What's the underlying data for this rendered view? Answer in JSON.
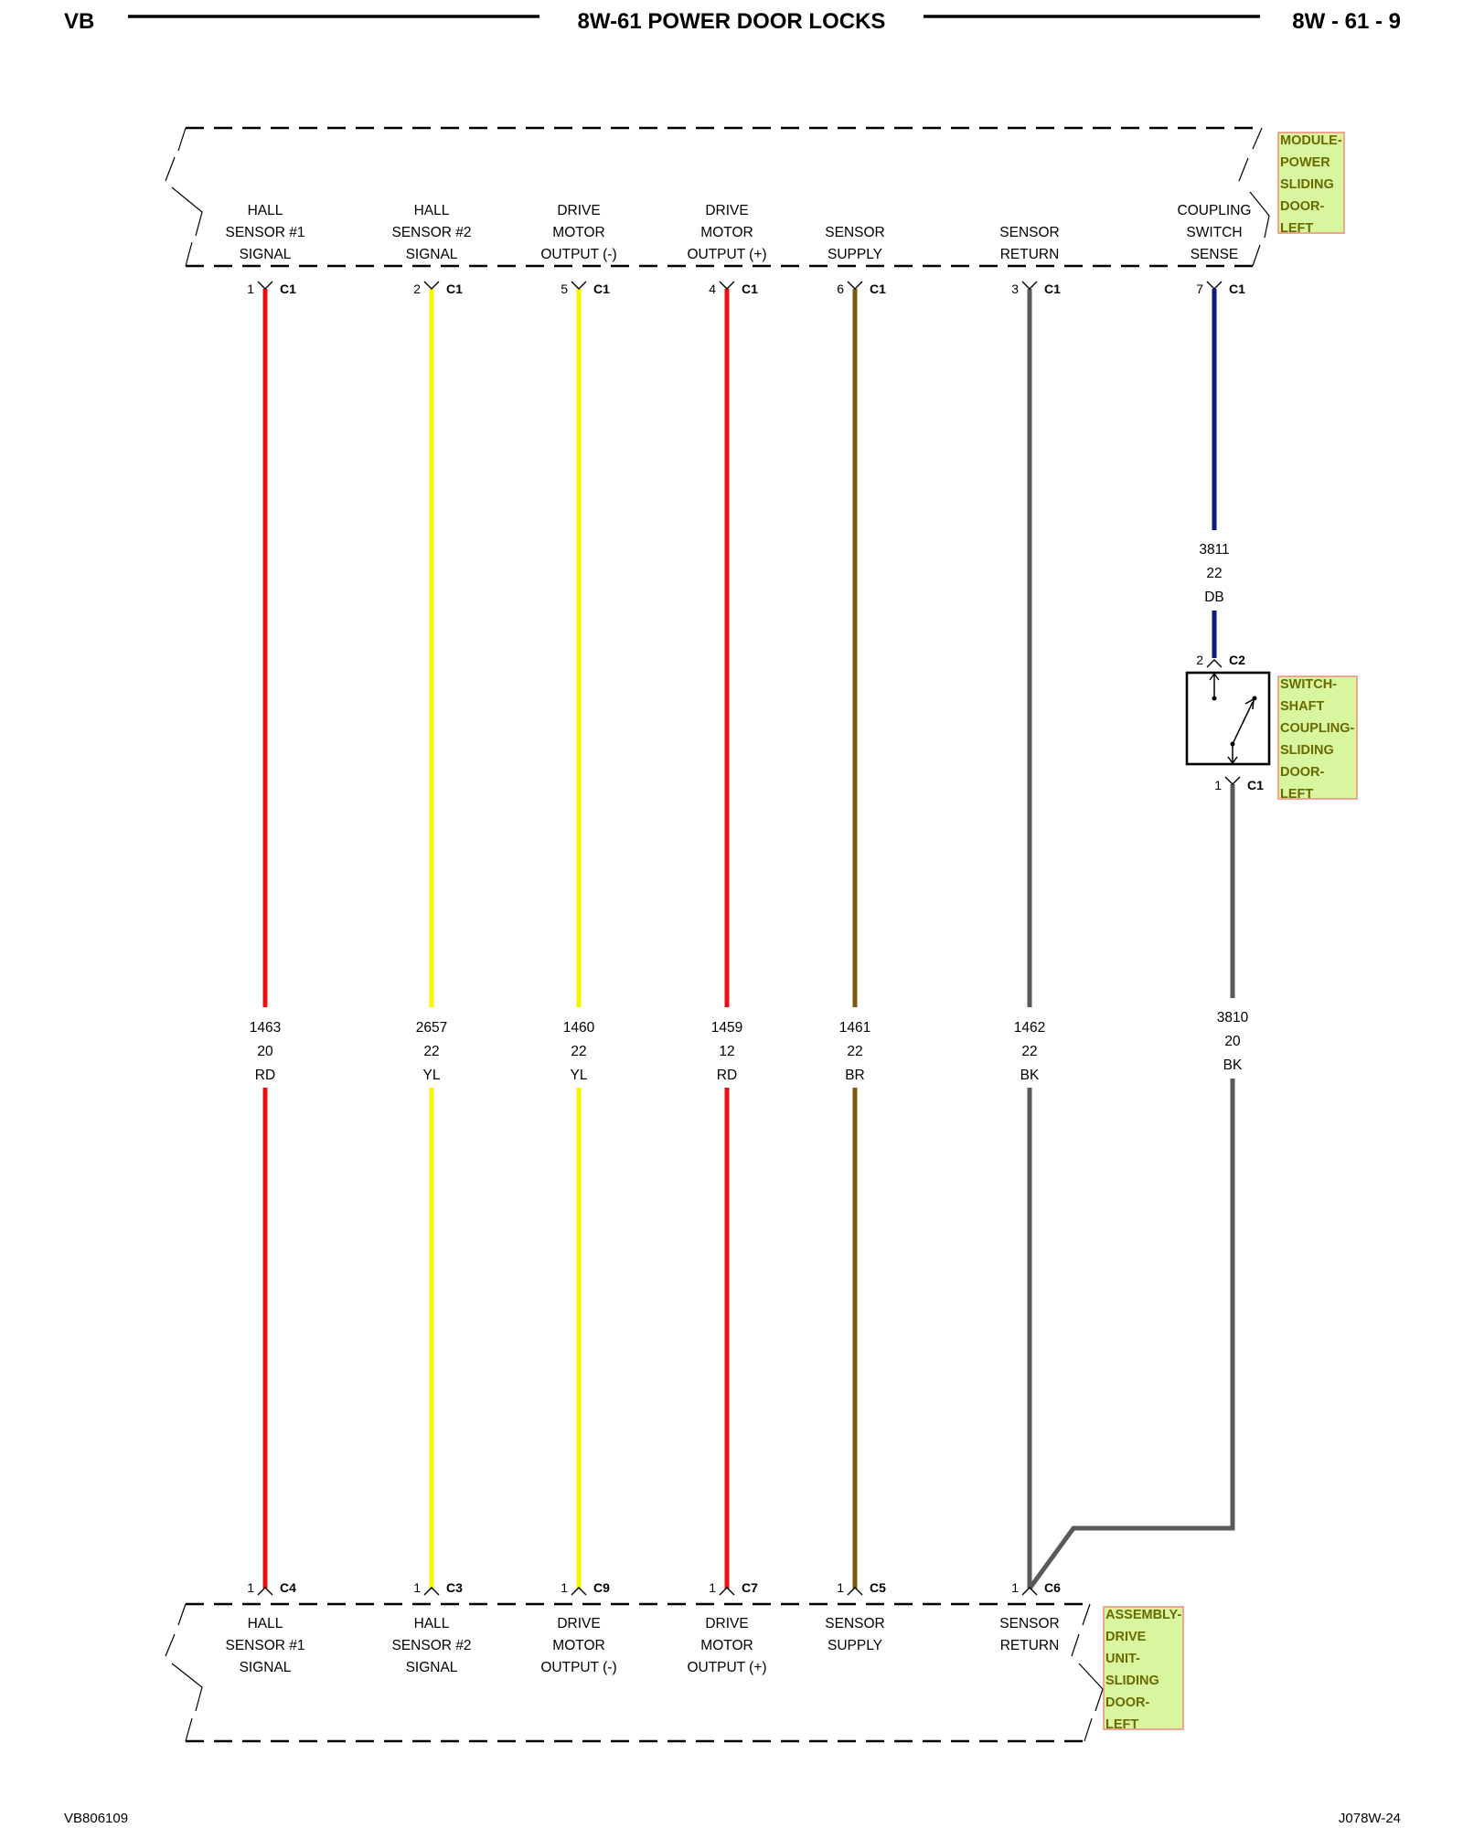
{
  "header": {
    "left": "VB",
    "title": "8W-61 POWER DOOR LOCKS",
    "right": "8W - 61 - 9"
  },
  "footer": {
    "left": "VB806109",
    "right": "J078W-24"
  },
  "components": {
    "module": [
      "MODULE-",
      "POWER",
      "SLIDING",
      "DOOR-",
      "LEFT"
    ],
    "switch": [
      "SWITCH-",
      "SHAFT",
      "COUPLING-",
      "SLIDING",
      "DOOR-",
      "LEFT"
    ],
    "assembly": [
      "ASSEMBLY-",
      "DRIVE",
      "UNIT-",
      "SLIDING",
      "DOOR-",
      "LEFT"
    ]
  },
  "colors": {
    "RD": "#e81010",
    "YL": "#f5f500",
    "BR": "#7a5a0a",
    "BK": "#5a5a5a",
    "DB": "#0a1a80",
    "component_fill": "#d8f5a0",
    "component_border": "#f08a7a"
  },
  "top_pins": [
    {
      "label": [
        "HALL",
        "SENSOR #1",
        "SIGNAL"
      ],
      "pin": "1",
      "conn": "C1"
    },
    {
      "label": [
        "HALL",
        "SENSOR #2",
        "SIGNAL"
      ],
      "pin": "2",
      "conn": "C1"
    },
    {
      "label": [
        "DRIVE",
        "MOTOR",
        "OUTPUT (-)"
      ],
      "pin": "5",
      "conn": "C1"
    },
    {
      "label": [
        "DRIVE",
        "MOTOR",
        "OUTPUT (+)"
      ],
      "pin": "4",
      "conn": "C1"
    },
    {
      "label": [
        "SENSOR",
        "SUPPLY"
      ],
      "pin": "6",
      "conn": "C1"
    },
    {
      "label": [
        "SENSOR",
        "RETURN"
      ],
      "pin": "3",
      "conn": "C1"
    },
    {
      "label": [
        "COUPLING",
        "SWITCH",
        "SENSE"
      ],
      "pin": "7",
      "conn": "C1"
    }
  ],
  "wires": [
    {
      "circuit": "1463",
      "gauge": "20",
      "color": "RD"
    },
    {
      "circuit": "2657",
      "gauge": "22",
      "color": "YL"
    },
    {
      "circuit": "1460",
      "gauge": "22",
      "color": "YL"
    },
    {
      "circuit": "1459",
      "gauge": "12",
      "color": "RD"
    },
    {
      "circuit": "1461",
      "gauge": "22",
      "color": "BR"
    },
    {
      "circuit": "1462",
      "gauge": "22",
      "color": "BK"
    },
    {
      "circuit": "3811",
      "gauge": "22",
      "color": "DB"
    },
    {
      "circuit": "3810",
      "gauge": "20",
      "color": "BK"
    }
  ],
  "switch_pins": [
    {
      "pin": "2",
      "conn": "C2"
    },
    {
      "pin": "1",
      "conn": "C1"
    }
  ],
  "bottom_pins": [
    {
      "label": [
        "HALL",
        "SENSOR #1",
        "SIGNAL"
      ],
      "pin": "1",
      "conn": "C4"
    },
    {
      "label": [
        "HALL",
        "SENSOR #2",
        "SIGNAL"
      ],
      "pin": "1",
      "conn": "C3"
    },
    {
      "label": [
        "DRIVE",
        "MOTOR",
        "OUTPUT (-)"
      ],
      "pin": "1",
      "conn": "C9"
    },
    {
      "label": [
        "DRIVE",
        "MOTOR",
        "OUTPUT (+)"
      ],
      "pin": "1",
      "conn": "C7"
    },
    {
      "label": [
        "SENSOR",
        "SUPPLY"
      ],
      "pin": "1",
      "conn": "C5"
    },
    {
      "label": [
        "SENSOR",
        "RETURN"
      ],
      "pin": "1",
      "conn": "C6"
    }
  ]
}
